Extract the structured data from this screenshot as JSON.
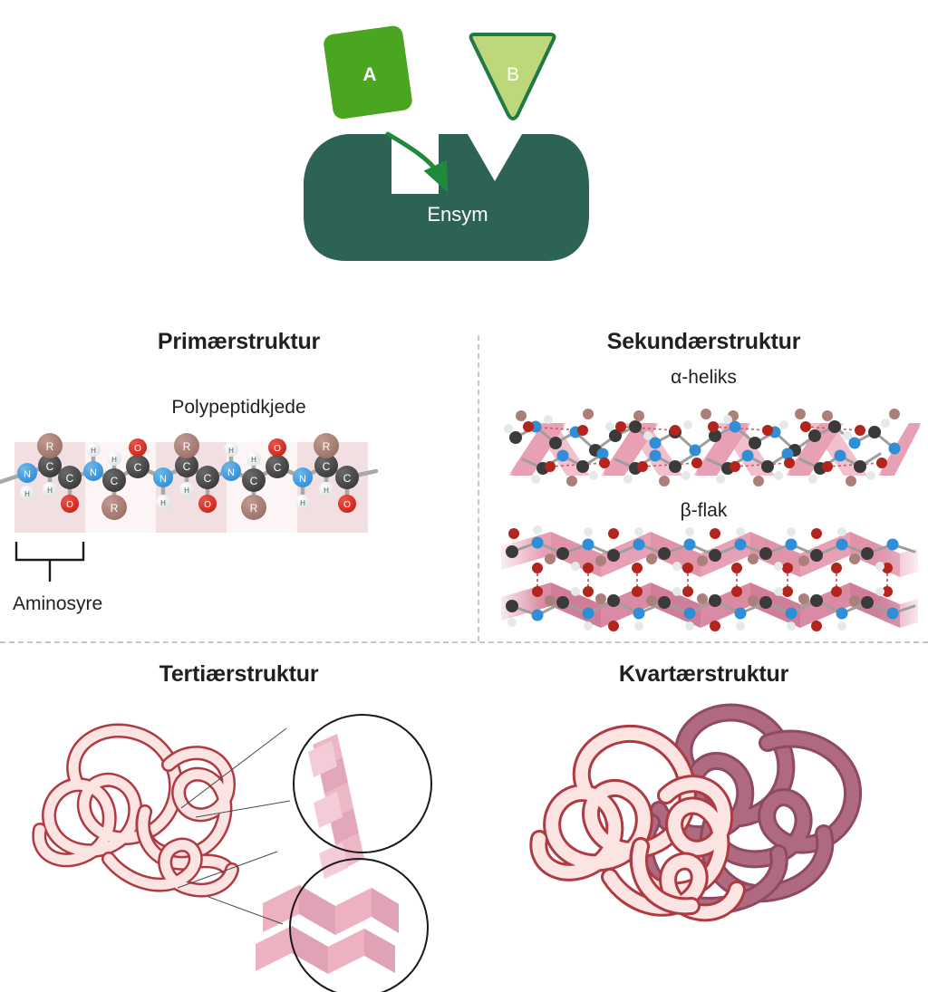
{
  "figure": {
    "title_enzyme_label": "Ensym",
    "substrate_a_label": "A",
    "substrate_b_label": "B"
  },
  "colors": {
    "enzyme_body": "#2d6354",
    "substrate_a_fill": "#4aa521",
    "substrate_b_fill": "#bdd87a",
    "substrate_b_stroke": "#1f7a46",
    "arrow": "#1f8a3c",
    "title_text": "#231f20",
    "divider": "#c7c7c7",
    "atom_nitrogen": "#3d9be0",
    "atom_carbon": "#4a4a4a",
    "atom_oxygen": "#d42d24",
    "atom_hydrogen": "#eceff1",
    "atom_r_group": "#ab8078",
    "bond": "#a8a8a8",
    "residue_band_dark": "#f2dfe1",
    "residue_band_light": "#fdf4f5",
    "hbond": "#e0525a",
    "ribbon_pink": "#e8a0b4",
    "ribbon_pink_light": "#f0bccb",
    "tertiary_fill": "#fbe4e2",
    "tertiary_stroke": "#b03a42",
    "quaternary_dark_fill": "#b06a80",
    "quaternary_dark_stroke": "#8d4a62"
  },
  "panels": {
    "primary": {
      "title": "Primærstruktur",
      "chain_label": "Polypeptidkjede",
      "bracket_label": "Aminosyre",
      "residue_count": 5,
      "atom_labels": {
        "nitrogen": "N",
        "carbon": "C",
        "oxygen": "O",
        "hydrogen": "H",
        "side_chain": "R"
      }
    },
    "secondary": {
      "title": "Sekundærstruktur",
      "alpha_label": "α-heliks",
      "beta_label": "β-flak"
    },
    "tertiary": {
      "title": "Tertiærstruktur"
    },
    "quaternary": {
      "title": "Kvartærstruktur"
    }
  }
}
